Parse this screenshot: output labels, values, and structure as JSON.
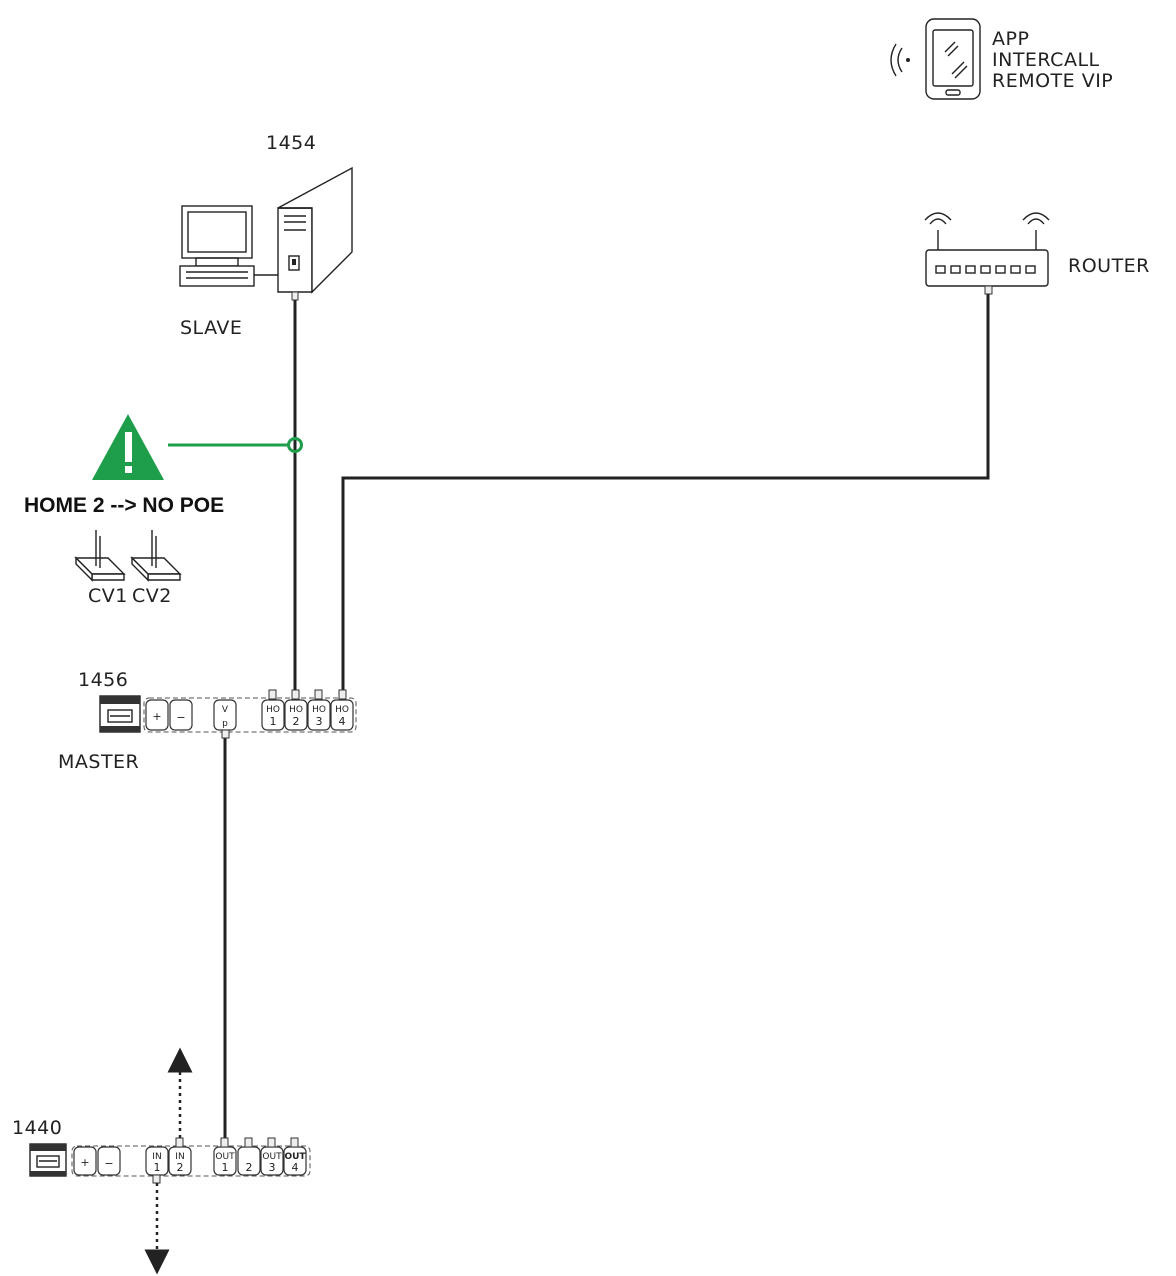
{
  "app": {
    "line1": "APP",
    "line2": "INTERCALL",
    "line3": "REMOTE VIP"
  },
  "slave": {
    "code": "1454",
    "label": "SLAVE"
  },
  "router": {
    "label": "ROUTER"
  },
  "warning": {
    "text": "HOME 2 --> NO POE",
    "cv1": "CV1",
    "cv2": "CV2"
  },
  "master": {
    "code": "1456",
    "label": "MASTER",
    "terminals": {
      "plus": "+",
      "minus": "−",
      "vp_top": "V",
      "vp_bottom": "p",
      "ho_label": "HO",
      "ho1": "1",
      "ho2": "2",
      "ho3": "3",
      "ho4": "4"
    }
  },
  "module": {
    "code": "1440",
    "terminals": {
      "plus": "+",
      "minus": "−",
      "in_label": "IN",
      "in1": "1",
      "in2": "2",
      "out_label": "OUT",
      "out1": "1",
      "out2": "2",
      "out3": "3",
      "out4": "4"
    }
  },
  "colors": {
    "wire": "#222222",
    "warning_green": "#1e9e4a"
  }
}
